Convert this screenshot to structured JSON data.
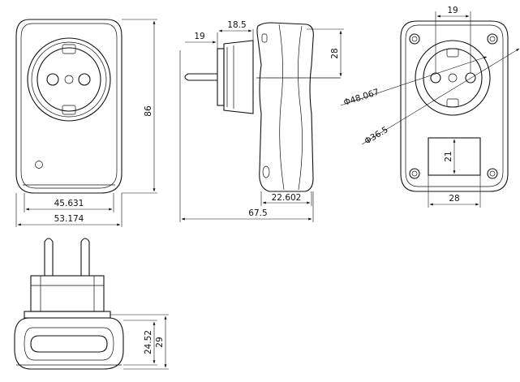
{
  "front_view": {
    "height": "86",
    "inner_width": "45.631",
    "outer_width": "53.174"
  },
  "side_view": {
    "pin_length": "19",
    "collar_length": "18.5",
    "collar_height": "28",
    "body_depth": "22.602",
    "overall_length": "67.5"
  },
  "back_view": {
    "pin_spacing": "19",
    "outer_diameter": "Φ48.067",
    "inner_diameter": "Φ36.5",
    "label_height": "21",
    "label_width": "28"
  },
  "bottom_view": {
    "body_height": "24.52",
    "overall_height": "29"
  }
}
